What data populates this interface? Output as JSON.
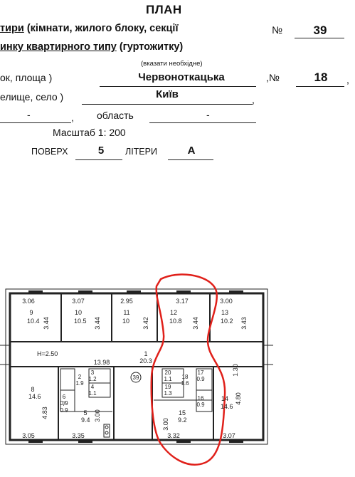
{
  "header": {
    "title": "ПЛАН",
    "line1_a": "тири",
    "line1_b": " (кімнати, жилого блоку, секції",
    "line2_a": "инку квартирного типу",
    "line2_b": " (гуртожитку)",
    "hint": "(вказати необхідне)",
    "apt_no_label": "№",
    "apt_no": "39",
    "street_label": "ок, площа )",
    "street": "Червоноткацька",
    "house_no_label": ",№",
    "house_no": "18",
    "trailing_comma": ",",
    "city_label": "елище, село )",
    "city": "Київ",
    "dash1": "-",
    "dash2": "-",
    "region_label": "область",
    "scale": "Масштаб 1: 200",
    "floor_label": "ПОВЕРХ",
    "floor": "5",
    "letter_label": "ЛІТЕРИ",
    "letter": "А"
  },
  "plan": {
    "apartment_marker": "39",
    "corridor_height": "H=2.50",
    "rooms": [
      {
        "no": "9",
        "area": "10.4",
        "dim_top": "3.06",
        "dim_side": "3.44"
      },
      {
        "no": "10",
        "area": "10.5",
        "dim_top": "3.07",
        "dim_side": "3.44"
      },
      {
        "no": "11",
        "area": "10",
        "dim_top": "2.95",
        "dim_side": "3.42"
      },
      {
        "no": "12",
        "area": "10.8",
        "dim_top": "3.17",
        "dim_side": "3.44"
      },
      {
        "no": "13",
        "area": "10.2",
        "dim_top": "3.00",
        "dim_side": "3.43"
      },
      {
        "no": "1",
        "area": "20.3",
        "dim": "13.98"
      },
      {
        "no": "8",
        "area": "14.6",
        "dim_side": "4.83",
        "dim_bottom": "3.05"
      },
      {
        "no": "2",
        "area": "1.9"
      },
      {
        "no": "3",
        "area": "1.2"
      },
      {
        "no": "4",
        "area": "1.1"
      },
      {
        "no": "5",
        "area": "9.4",
        "dim_side": "3.00",
        "dim_bottom": "3.35"
      },
      {
        "no": "6",
        "area": "0.9"
      },
      {
        "no": "7",
        "area": "0.9"
      },
      {
        "no": "20",
        "area": "1.1"
      },
      {
        "no": "19",
        "area": "1.3"
      },
      {
        "no": "18",
        "area": "1.6"
      },
      {
        "no": "17",
        "area": "0.9"
      },
      {
        "no": "16",
        "area": "0.9"
      },
      {
        "no": "15",
        "area": "9.2",
        "dim_side": "3.00",
        "dim_bottom": "3.32"
      },
      {
        "no": "14",
        "area": "14.6",
        "dim_side": "4.80",
        "dim_bottom": "3.07"
      }
    ],
    "extra_dims": {
      "corridor_right": "1.30"
    },
    "highlight_color": "#e0201a"
  }
}
